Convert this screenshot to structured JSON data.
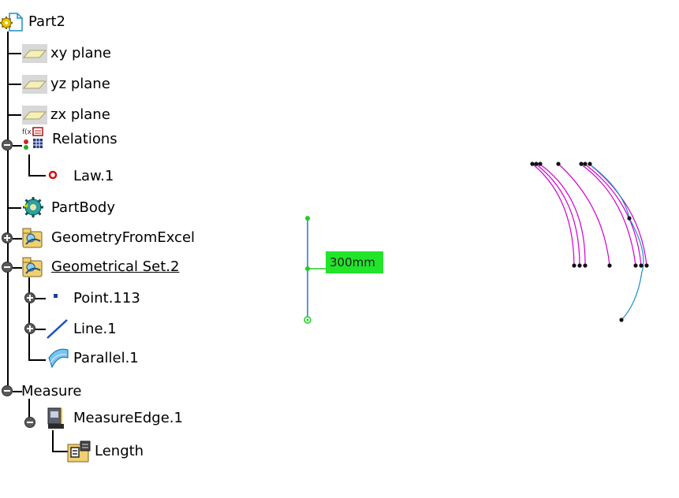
{
  "tree": {
    "root": {
      "label": "Part2",
      "icon": "part-gear-icon"
    },
    "planes": [
      {
        "label": "xy plane",
        "icon": "plane-icon"
      },
      {
        "label": "yz plane",
        "icon": "plane-icon"
      },
      {
        "label": "zx plane",
        "icon": "plane-icon"
      }
    ],
    "relations": {
      "label": "Relations",
      "icon": "relations-icon",
      "expanded": true,
      "children": [
        {
          "label": "Law.1",
          "icon": "law-icon"
        }
      ]
    },
    "partbody": {
      "label": "PartBody",
      "icon": "partbody-gear-icon"
    },
    "geometry_from_excel": {
      "label": "GeometryFromExcel",
      "icon": "geometrical-set-icon",
      "expanded": false
    },
    "geometrical_set_2": {
      "label": "Geometrical Set.2",
      "icon": "geometrical-set-icon",
      "expanded": true,
      "children": [
        {
          "label": "Point.113",
          "icon": "point-icon",
          "expanded": false
        },
        {
          "label": "Line.1",
          "icon": "line-icon",
          "expanded": false
        },
        {
          "label": "Parallel.1",
          "icon": "parallel-curve-icon"
        }
      ]
    },
    "measure": {
      "label": "Measure",
      "expanded": true,
      "children": [
        {
          "label": "MeasureEdge.1",
          "icon": "measure-edge-icon",
          "expanded": true,
          "children": [
            {
              "label": "Length",
              "icon": "length-parameter-icon"
            }
          ]
        }
      ]
    }
  },
  "viewport": {
    "dimension_label": "300mm",
    "colors": {
      "curve": "#d000d0",
      "selected_curve": "#1e8fc4",
      "line": "#1e78c8",
      "point_green": "#22cc22",
      "dim_bg": "#22e42a"
    }
  }
}
